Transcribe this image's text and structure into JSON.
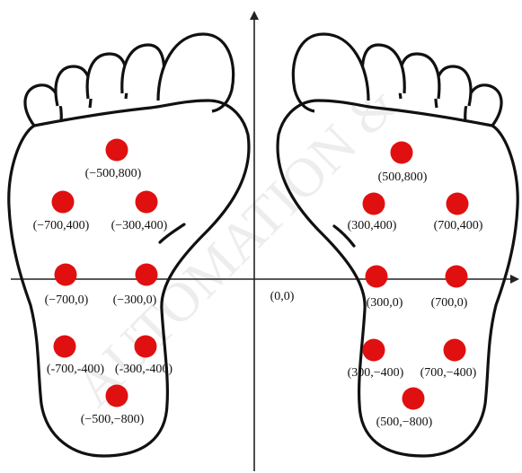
{
  "watermark": "AUTOMATION & I",
  "origin_label": "(0,0)",
  "marker_color": "#e01010",
  "left_foot_sensors": [
    {
      "label": "(−500,800)"
    },
    {
      "label": "(−700,400)"
    },
    {
      "label": "(−300,400)"
    },
    {
      "label": "(−700,0)"
    },
    {
      "label": "(−300,0)"
    },
    {
      "label": "(-700,-400)"
    },
    {
      "label": "(-300,-400)"
    },
    {
      "label": "(−500,−800)"
    }
  ],
  "right_foot_sensors": [
    {
      "label": "(500,800)"
    },
    {
      "label": "(300,400)"
    },
    {
      "label": "(700,400)"
    },
    {
      "label": "(300,0)"
    },
    {
      "label": "(700,0)"
    },
    {
      "label": "(300,−400)"
    },
    {
      "label": "(700,−400)"
    },
    {
      "label": "(500,−800)"
    }
  ]
}
